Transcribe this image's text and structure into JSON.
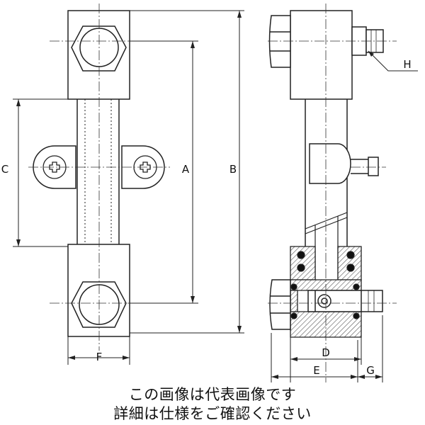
{
  "dimensions": {
    "a": "A",
    "b": "B",
    "c": "C",
    "d": "D",
    "e": "E",
    "f": "F",
    "g": "G",
    "h": "H"
  },
  "caption": {
    "line1": "この画像は代表画像です",
    "line2": "詳細は仕様をご確認ください"
  }
}
